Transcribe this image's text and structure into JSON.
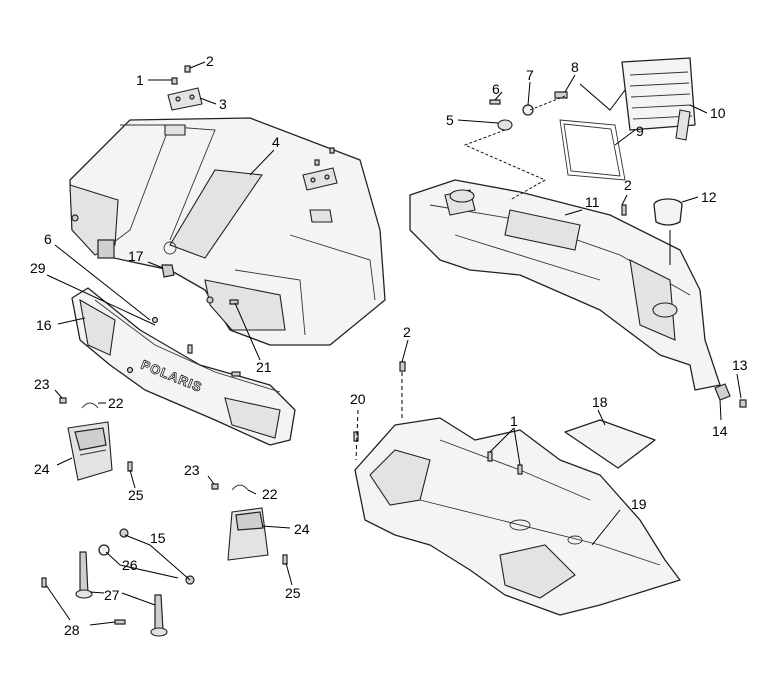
{
  "diagram": {
    "callouts": {
      "c1a": "1",
      "c2a": "2",
      "c3": "3",
      "c4": "4",
      "c5": "5",
      "c6a": "6",
      "c7": "7",
      "c8": "8",
      "c9": "9",
      "c10": "10",
      "c11": "11",
      "c2b": "2",
      "c12": "12",
      "c6b": "6",
      "c17": "17",
      "c29": "29",
      "c16": "16",
      "c21": "21",
      "c2c": "2",
      "c13": "13",
      "c14": "14",
      "c23a": "23",
      "c22a": "22",
      "c20": "20",
      "c18": "18",
      "c1b": "1",
      "c24a": "24",
      "c25a": "25",
      "c23b": "23",
      "c22b": "22",
      "c19": "19",
      "c24b": "24",
      "c15": "15",
      "c26": "26",
      "c27": "27",
      "c25b": "25",
      "c28": "28"
    },
    "logo_text": "POLARIS"
  }
}
